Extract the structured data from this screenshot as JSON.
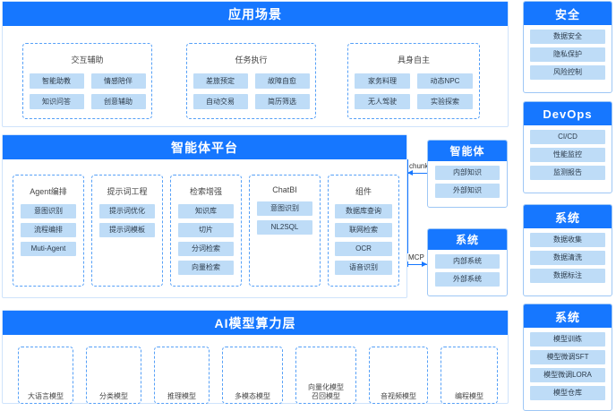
{
  "layers": {
    "application": {
      "title": "应用场景",
      "groups": [
        {
          "title": "交互辅助",
          "items": [
            "智能助教",
            "情感陪伴",
            "知识问答",
            "创意辅助"
          ]
        },
        {
          "title": "任务执行",
          "items": [
            "差旅预定",
            "故障自愈",
            "自动交易",
            "简历筛选"
          ]
        },
        {
          "title": "具身自主",
          "items": [
            "家务料理",
            "动态NPC",
            "无人驾驶",
            "实验探索"
          ]
        }
      ]
    },
    "platform": {
      "title": "智能体平台",
      "groups": [
        {
          "title": "Agent编排",
          "items": [
            "意图识别",
            "流程编排",
            "Muti-Agent"
          ]
        },
        {
          "title": "提示词工程",
          "items": [
            "提示词优化",
            "提示词模板"
          ]
        },
        {
          "title": "检索增强",
          "items": [
            "知识库",
            "切片",
            "分词检索",
            "向量检索"
          ]
        },
        {
          "title": "ChatBI",
          "items": [
            "意图识别",
            "NL2SQL"
          ]
        },
        {
          "title": "组件",
          "items": [
            "数据库查询",
            "联网检索",
            "OCR",
            "语音识别"
          ]
        }
      ]
    },
    "compute": {
      "title": "AI模型算力层",
      "models": [
        {
          "lines": [
            "大语言模型"
          ]
        },
        {
          "lines": [
            "分类模型"
          ]
        },
        {
          "lines": [
            "推理模型"
          ]
        },
        {
          "lines": [
            "多模态模型"
          ]
        },
        {
          "lines": [
            "向量化模型",
            "召回模型"
          ]
        },
        {
          "lines": [
            "音视频模型"
          ]
        },
        {
          "lines": [
            "编程模型"
          ]
        }
      ]
    }
  },
  "connectors": [
    {
      "label": "chunk",
      "direction": "left"
    },
    {
      "label": "MCP",
      "direction": "right"
    }
  ],
  "miniboxes": [
    {
      "title": "智能体",
      "items": [
        "内部知识",
        "外部知识"
      ]
    },
    {
      "title": "系统",
      "items": [
        "内部系统",
        "外部系统"
      ]
    }
  ],
  "sidebar": [
    {
      "title": "安全",
      "items": [
        "数据安全",
        "隐私保护",
        "风险控制"
      ]
    },
    {
      "title": "DevOps",
      "items": [
        "CI/CD",
        "性能监控",
        "监测报告"
      ]
    },
    {
      "title": "系统",
      "items": [
        "数据收集",
        "数据清洗",
        "数据标注"
      ]
    },
    {
      "title": "系统",
      "items": [
        "模型训练",
        "模型微调SFT",
        "模型微调LORA",
        "模型仓库"
      ]
    }
  ],
  "colors": {
    "brand_blue": "#1677ff",
    "pill_blue": "#bedcf7",
    "border_blue": "#9ec7f5",
    "dashed_blue": "#56a0f7"
  }
}
